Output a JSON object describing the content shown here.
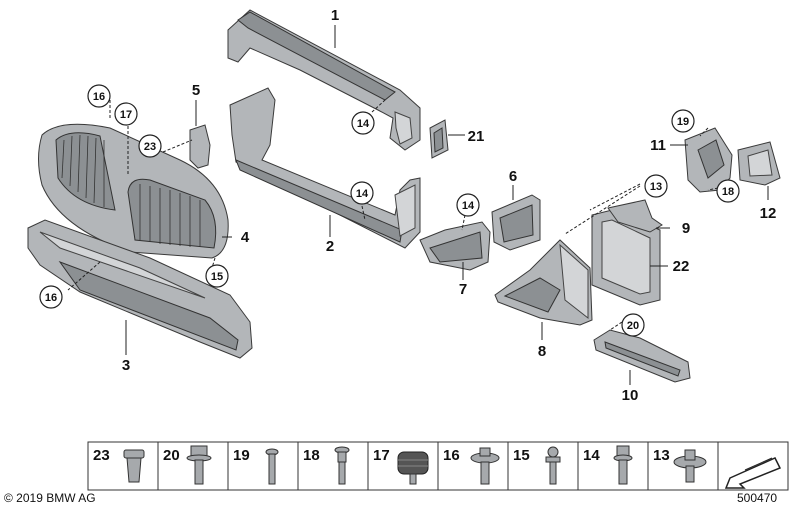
{
  "callouts": {
    "c1": "1",
    "c2": "2",
    "c3": "3",
    "c4": "4",
    "c5": "5",
    "c6": "6",
    "c7": "7",
    "c8": "8",
    "c9": "9",
    "c10": "10",
    "c11": "11",
    "c12": "12",
    "c13": "13",
    "c14a": "14",
    "c14b": "14",
    "c14c": "14",
    "c16a": "16",
    "c16b": "16",
    "c17": "17",
    "c18": "18",
    "c19": "19",
    "c20": "20",
    "c21": "21",
    "c22": "22",
    "c23": "23",
    "c15": "15"
  },
  "hardware_bar": [
    "23",
    "20",
    "19",
    "18",
    "17",
    "16",
    "15",
    "14",
    "13"
  ],
  "copyright": "© 2019 BMW AG",
  "diagram_id": "500470"
}
